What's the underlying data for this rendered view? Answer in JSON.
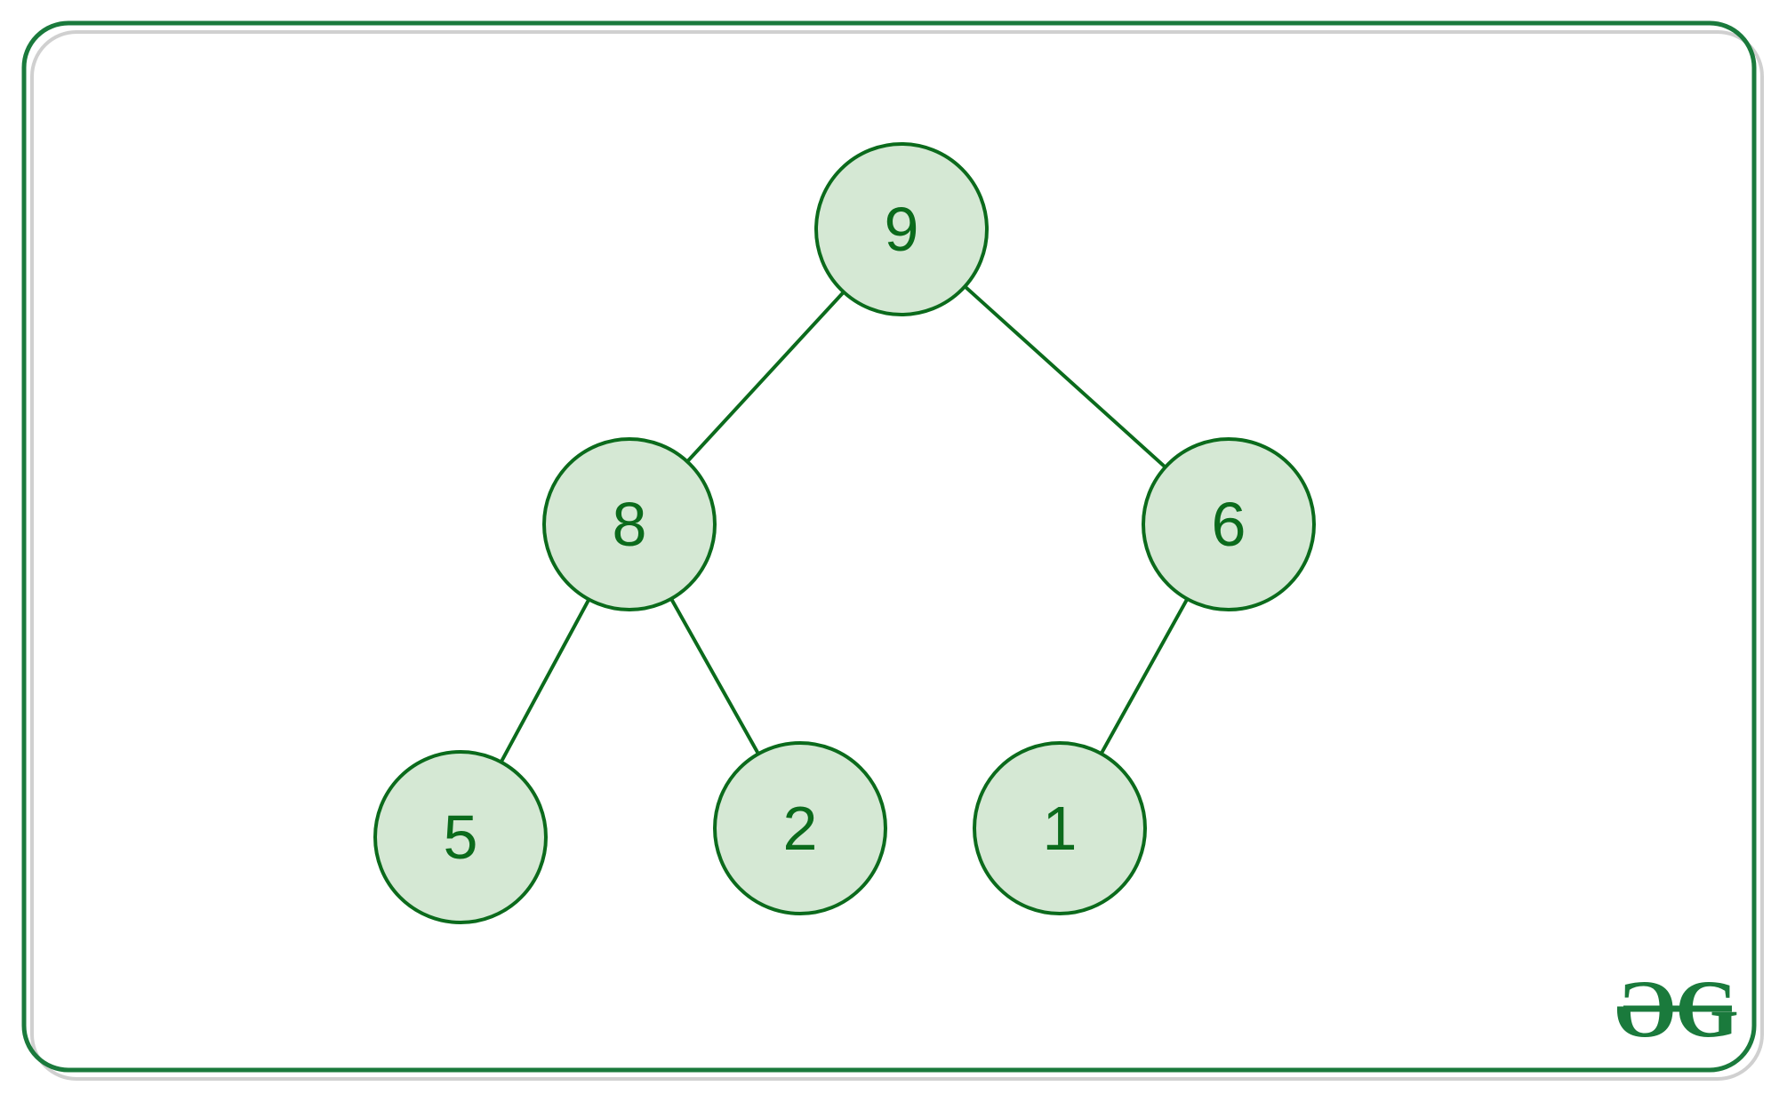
{
  "colors": {
    "accent": "#0b6b1c",
    "frame": "#1a7a3c",
    "node_fill": "#d5e8d4",
    "frame_shadow": "#d0d0d0",
    "background": "#ffffff"
  },
  "tree": {
    "nodes": [
      {
        "id": "n9",
        "label": "9"
      },
      {
        "id": "n8",
        "label": "8"
      },
      {
        "id": "n6",
        "label": "6"
      },
      {
        "id": "n5",
        "label": "5"
      },
      {
        "id": "n2",
        "label": "2"
      },
      {
        "id": "n1",
        "label": "1"
      }
    ],
    "edges": [
      {
        "from": "n9",
        "to": "n8"
      },
      {
        "from": "n9",
        "to": "n6"
      },
      {
        "from": "n8",
        "to": "n5"
      },
      {
        "from": "n8",
        "to": "n2"
      },
      {
        "from": "n6",
        "to": "n1"
      }
    ]
  },
  "logo": {
    "text": "ƏG",
    "icon": "geeksforgeeks-logo-icon"
  }
}
